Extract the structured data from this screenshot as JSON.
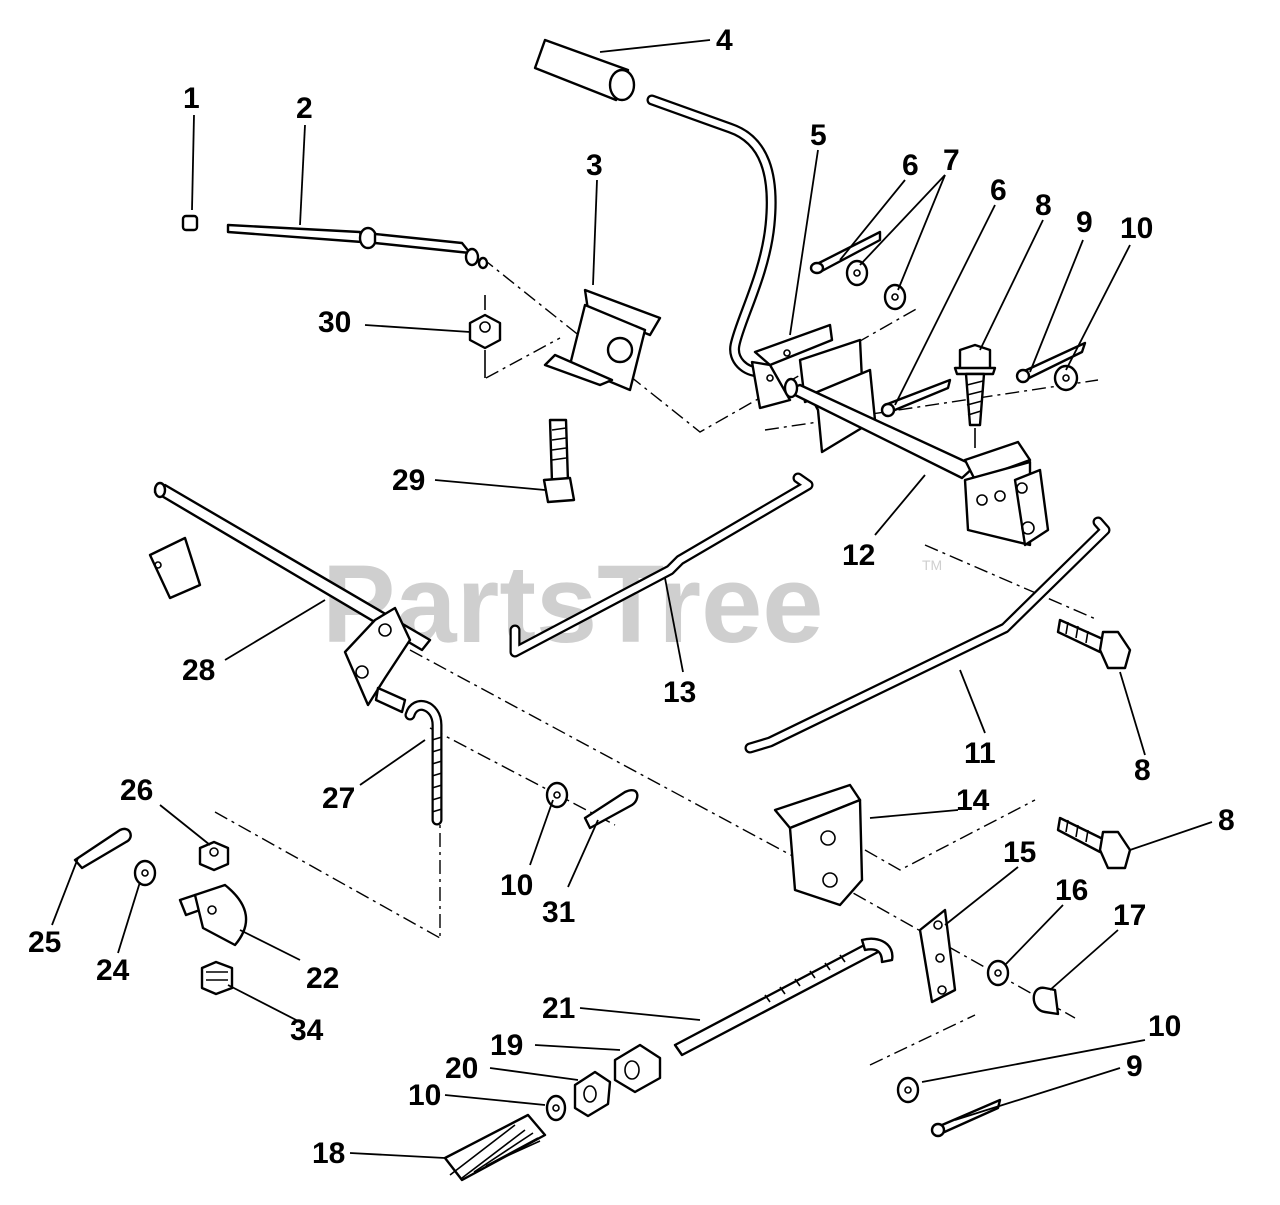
{
  "watermark": {
    "text": "PartsTree",
    "trademark": "TM"
  },
  "callouts": [
    "1",
    "2",
    "3",
    "4",
    "5",
    "6",
    "7",
    "6",
    "8",
    "9",
    "10",
    "30",
    "29",
    "12",
    "28",
    "13",
    "11",
    "8",
    "27",
    "26",
    "14",
    "8",
    "15",
    "16",
    "17",
    "10",
    "31",
    "25",
    "24",
    "22",
    "34",
    "21",
    "10",
    "19",
    "20",
    "10",
    "9",
    "18"
  ]
}
